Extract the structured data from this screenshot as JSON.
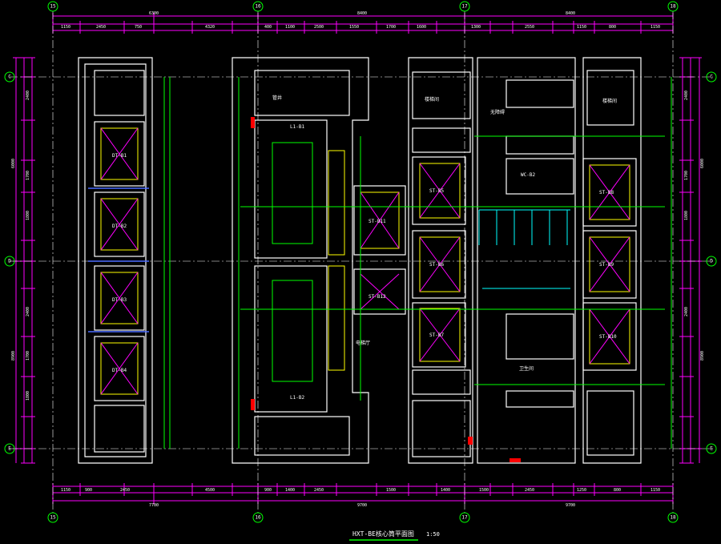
{
  "drawing": {
    "title": "HXT-BE核心筒平面图",
    "scale": "1:50",
    "colors": {
      "background": "#000000",
      "dimension": "#ff00ff",
      "wall": "#ffffff",
      "green": "#00ff00",
      "cyan": "#00ffff",
      "yellow": "#ffff00",
      "red": "#ff0000",
      "blue": "#4a6cff"
    }
  },
  "grid": {
    "top": [
      "15",
      "16",
      "17",
      "18"
    ],
    "bottom": [
      "15",
      "16",
      "17",
      "18"
    ],
    "left": [
      "C",
      "D",
      "E"
    ],
    "right": [
      "C",
      "D",
      "E"
    ]
  },
  "dims": {
    "top_overall": [
      "6300",
      "8400",
      "8400"
    ],
    "top_sub": [
      "1150",
      "2450",
      "750",
      "4320",
      "400",
      "1100",
      "2500",
      "1550",
      "1700",
      "1600",
      "1300",
      "2550",
      "1150",
      "800",
      "1150"
    ],
    "bottom_overall": [
      "7700",
      "9700",
      "9700"
    ],
    "bottom_sub": [
      "1150",
      "900",
      "2450",
      "4500",
      "900",
      "1400",
      "2450",
      "1500",
      "1400",
      "1500",
      "2450",
      "1250",
      "800",
      "1150"
    ],
    "left": [
      "6000",
      "8900",
      "2400",
      "1700",
      "1800",
      "2400",
      "1700",
      "1800"
    ],
    "right": [
      "6000",
      "8900",
      "2400",
      "1700",
      "1800",
      "2400"
    ]
  },
  "rooms": {
    "l1_b1": "L1-B1",
    "l1_b2": "L1-B2",
    "hall": "电梯厅",
    "stair_1": "楼梯间",
    "stair_2": "楼梯间",
    "pipe": "管井",
    "wc": "卫生间",
    "acc": "无障碍",
    "elev_left": [
      "DT-B1",
      "DT-B2",
      "DT-B3",
      "DT-B4"
    ],
    "elev_mid": [
      "ST-B11",
      "ST-B12"
    ],
    "elev_right_a": [
      "ST-B5",
      "ST-B6",
      "ST-B7"
    ],
    "elev_right_b": [
      "ST-B8",
      "ST-B9",
      "ST-B10"
    ],
    "wc_b2": "WC-B2"
  }
}
